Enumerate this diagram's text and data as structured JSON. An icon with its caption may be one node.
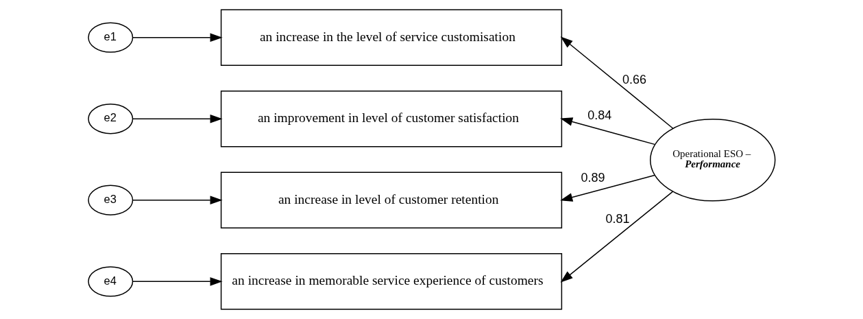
{
  "diagram": {
    "nodes": [
      {
        "text": [
          "e1"
        ]
      },
      {
        "text": [
          "an increase in the level of service customisation"
        ]
      },
      {
        "text": [
          "e2"
        ]
      },
      {
        "text": [
          "an improvement in level of customer satisfaction"
        ]
      },
      {
        "text": [
          "e3"
        ]
      },
      {
        "text": [
          "an increase in level of customer retention"
        ]
      },
      {
        "text": [
          "e4"
        ]
      },
      {
        "text": [
          "an increase in memorable service experience of customers"
        ]
      },
      {
        "text": [
          "Operational ESO –",
          "Performance"
        ]
      }
    ],
    "edges": [
      {
        "from": 0,
        "to": 1,
        "arrow": "to"
      },
      {
        "from": 2,
        "to": 3,
        "arrow": "to"
      },
      {
        "from": 4,
        "to": 5,
        "arrow": "to"
      },
      {
        "from": 6,
        "to": 7,
        "arrow": "to"
      },
      {
        "from": 8,
        "to": 1,
        "arrow": "to",
        "label": "0.66"
      },
      {
        "from": 8,
        "to": 3,
        "arrow": "to",
        "label": "0.84"
      },
      {
        "from": 8,
        "to": 5,
        "arrow": "to",
        "label": "0.89"
      },
      {
        "from": 8,
        "to": 7,
        "arrow": "to",
        "label": "0.81"
      }
    ]
  }
}
